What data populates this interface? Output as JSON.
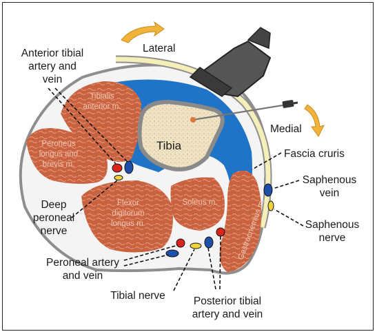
{
  "labels": {
    "anterior_tibial": [
      "Anterior tibial",
      "artery and",
      "vein"
    ],
    "lateral": "Lateral",
    "medial": "Medial",
    "fascia_cruris": "Fascia cruris",
    "saphenous_vein": [
      "Saphenous",
      "vein"
    ],
    "saphenous_nerve": [
      "Saphenous",
      "nerve"
    ],
    "deep_peroneal": [
      "Deep",
      "peroneal",
      "nerve"
    ],
    "peroneal_artery": [
      "Peroneal artery",
      "and vein"
    ],
    "tibial_nerve": "Tibial nerve",
    "posterior_tibial": [
      "Posterior tibial",
      "artery and vein"
    ]
  },
  "muscles": {
    "tibialis": [
      "Tibialis",
      "anterior m."
    ],
    "peroneus": [
      "Peroneus",
      "longus and",
      "brevis m."
    ],
    "flexor": [
      "Flexor",
      "digitorum",
      "longus m."
    ],
    "soleus": "Soleus m.",
    "gastrocnemius": "Gastrocnemius m."
  },
  "bone": "Tibia",
  "colors": {
    "muscle": "#c9623f",
    "fascia_blue": "#1f74c8",
    "artery": "#d9231b",
    "vein": "#1e4fa8",
    "nerve": "#f2d23a",
    "bone": "#efe3c4",
    "arrow": "#f0b43a"
  },
  "icons": [
    "ultrasound-probe-icon",
    "needle-icon",
    "lateral-arrow-icon",
    "medial-arrow-icon"
  ]
}
